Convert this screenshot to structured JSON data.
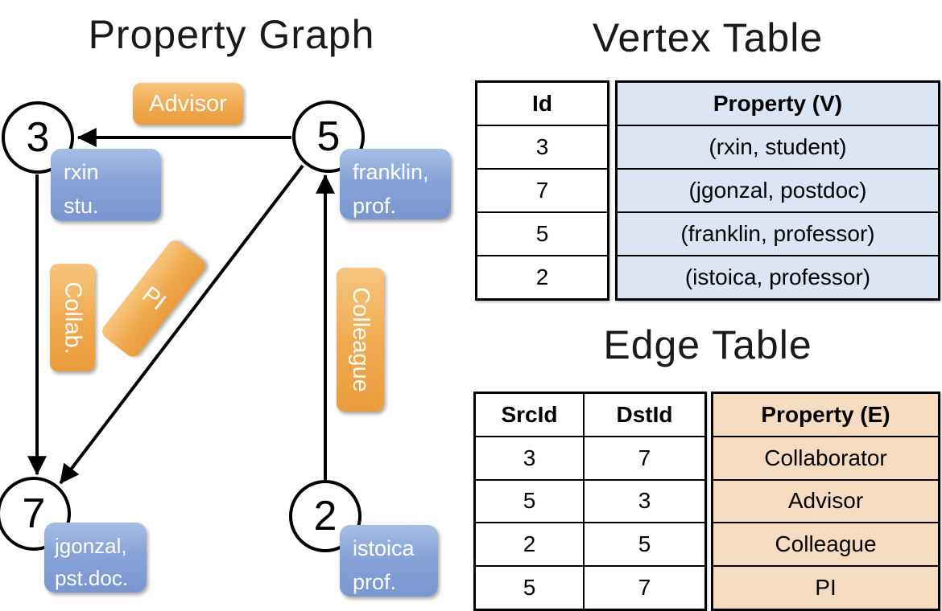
{
  "graph": {
    "title": "Property Graph",
    "nodes": [
      {
        "id": "3",
        "prop1": "rxin",
        "prop2": "stu."
      },
      {
        "id": "5",
        "prop1": "franklin,",
        "prop2": "prof."
      },
      {
        "id": "7",
        "prop1": "jgonzal,",
        "prop2": "pst.doc."
      },
      {
        "id": "2",
        "prop1": "istoica",
        "prop2": "prof."
      }
    ],
    "edge_labels": {
      "advisor": "Advisor",
      "collab": "Collab.",
      "pi": "PI",
      "colleague": "Colleague"
    }
  },
  "vertex_table": {
    "title": "Vertex Table",
    "columns": {
      "id": "Id",
      "property": "Property (V)"
    },
    "rows": [
      {
        "id": "3",
        "property": "(rxin, student)"
      },
      {
        "id": "7",
        "property": "(jgonzal, postdoc)"
      },
      {
        "id": "5",
        "property": "(franklin, professor)"
      },
      {
        "id": "2",
        "property": "(istoica, professor)"
      }
    ]
  },
  "edge_table": {
    "title": "Edge Table",
    "columns": {
      "src": "SrcId",
      "dst": "DstId",
      "property": "Property (E)"
    },
    "rows": [
      {
        "src": "3",
        "dst": "7",
        "property": "Collaborator"
      },
      {
        "src": "5",
        "dst": "3",
        "property": "Advisor"
      },
      {
        "src": "2",
        "dst": "5",
        "property": "Colleague"
      },
      {
        "src": "5",
        "dst": "7",
        "property": "PI"
      }
    ]
  },
  "colors": {
    "edge_label_orange": "#efa94e",
    "vertex_label_blue": "#88a3d7",
    "vertex_table_fill": "#dce5f3",
    "edge_table_fill": "#f5dcc0",
    "line_black": "#000000"
  }
}
